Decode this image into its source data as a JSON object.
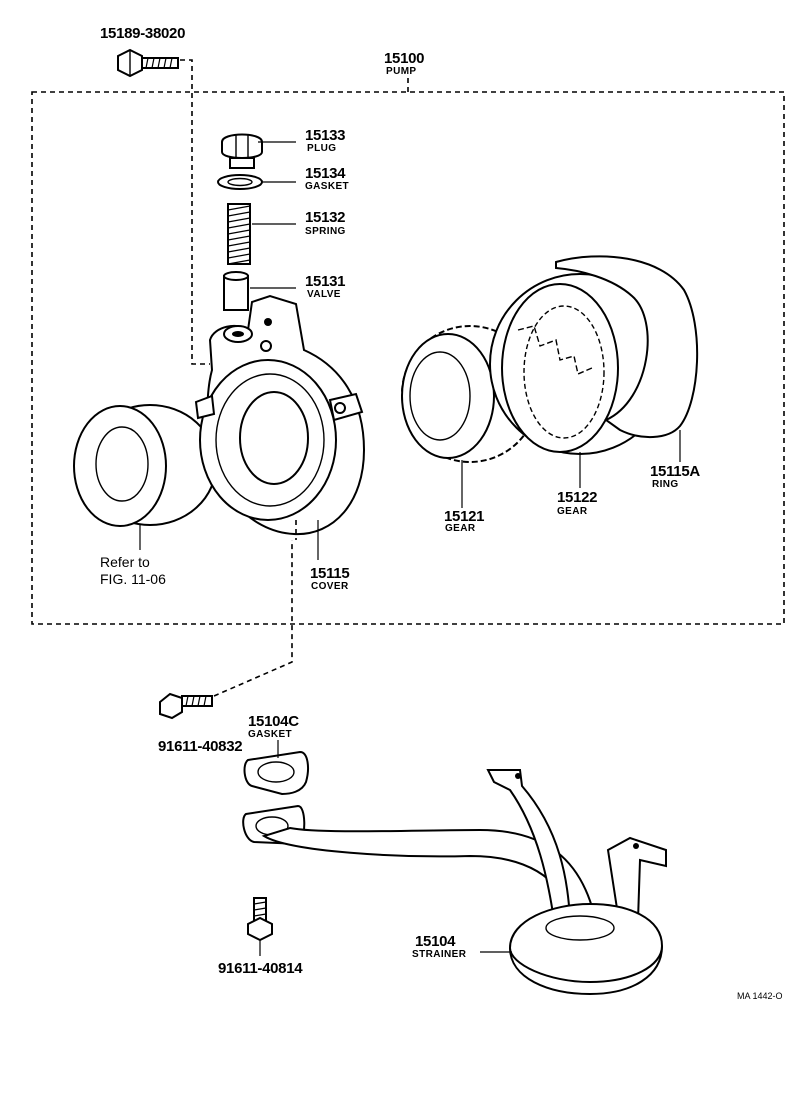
{
  "assembly": {
    "number": "15100",
    "name": "PUMP"
  },
  "parts": [
    {
      "number": "15189-38020",
      "name": ""
    },
    {
      "number": "15133",
      "name": "PLUG"
    },
    {
      "number": "15134",
      "name": "GASKET"
    },
    {
      "number": "15132",
      "name": "SPRING"
    },
    {
      "number": "15131",
      "name": "VALVE"
    },
    {
      "number": "15115",
      "name": "COVER"
    },
    {
      "number": "15121",
      "name": "GEAR"
    },
    {
      "number": "15122",
      "name": "GEAR"
    },
    {
      "number": "15115A",
      "name": "RING"
    },
    {
      "number": "91611-40832",
      "name": ""
    },
    {
      "number": "15104C",
      "name": "GASKET"
    },
    {
      "number": "15104",
      "name": "STRAINER"
    },
    {
      "number": "91611-40814",
      "name": ""
    }
  ],
  "reference": {
    "line1": "Refer to",
    "line2": "FIG. 11-06"
  },
  "drawing_code": "MA 1442-O"
}
